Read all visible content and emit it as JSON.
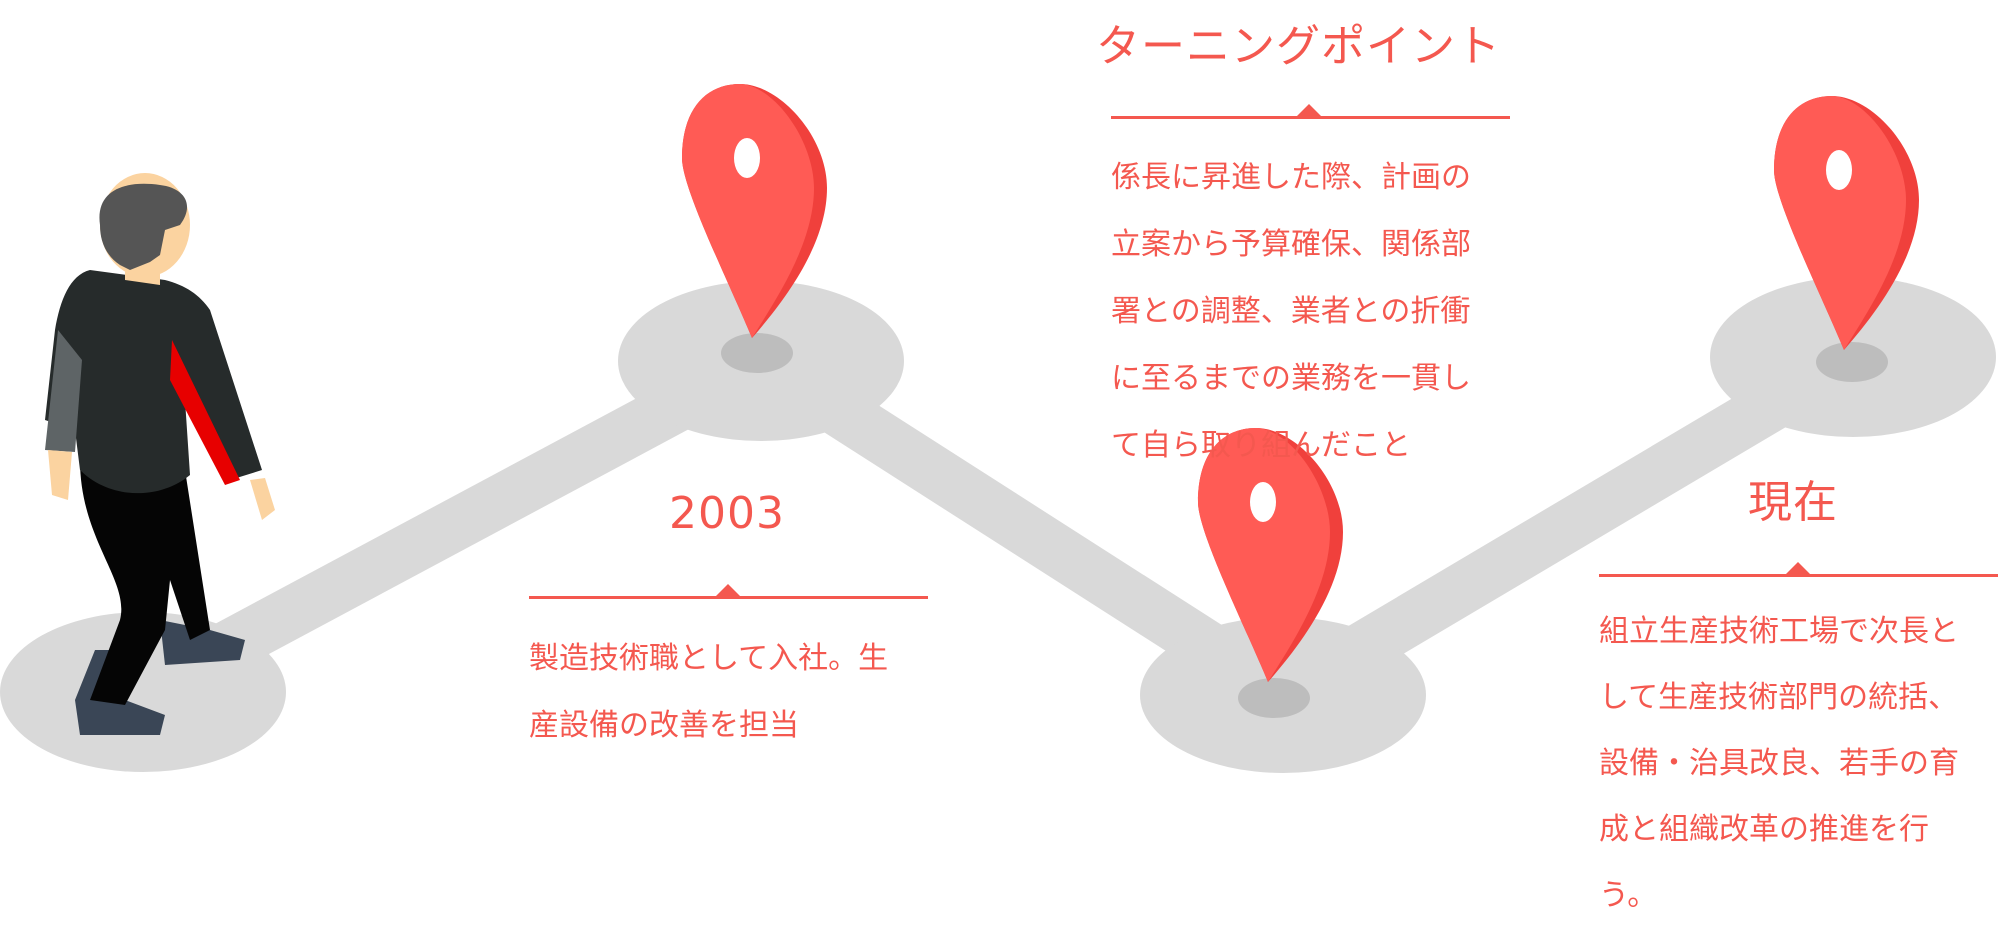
{
  "milestones": [
    {
      "title": "2003",
      "lines": [
        "製造技術職として入社。生",
        "産設備の改善を担当"
      ]
    },
    {
      "title": "ターニングポイント",
      "lines": [
        "係長に昇進した際、計画の",
        "立案から予算確保、関係部",
        "署との調整、業者との折衝",
        "に至るまでの業務を一貫し",
        "て自ら取り組んだこと"
      ]
    },
    {
      "title": "現在",
      "lines": [
        "組立生産技術工場で次長と",
        "して生産技術部門の統括、",
        "設備・治具改良、若手の育",
        "成と組織改革の推進を行",
        "う。"
      ]
    }
  ],
  "colors": {
    "accent": "#f4584f",
    "pin": "#ff5b55",
    "pin_side": "#f0403c",
    "path": "#d9d9d9",
    "shadow": "#bdbdbd"
  }
}
